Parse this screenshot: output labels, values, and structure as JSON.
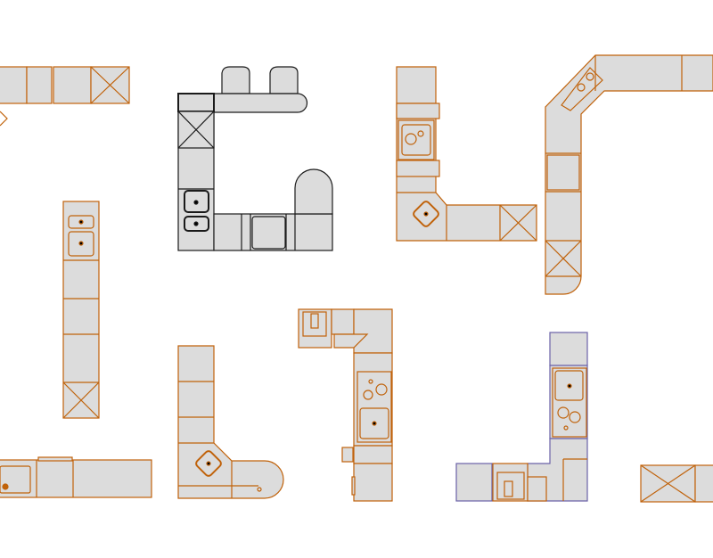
{
  "canvas": {
    "background": "#ffffff"
  },
  "colors": {
    "cabinet_fill": "#dcdcdc",
    "orange_outline": "#c0620a",
    "black_outline": "#1a1a1a",
    "purple_outline": "#6a62a8"
  },
  "layouts": [
    {
      "name": "straight-run-top-left",
      "color": "orange",
      "items": [
        "cabinet",
        "cabinet",
        "cabinet",
        "appliance-x"
      ]
    },
    {
      "name": "u-shape-with-bar",
      "color": "black",
      "items": [
        "bar-stool",
        "bar-stool",
        "breakfast-bar",
        "appliance-x",
        "double-sink",
        "hob",
        "fridge"
      ]
    },
    {
      "name": "l-shape-top-middle",
      "color": "orange",
      "items": [
        "cabinet",
        "sink-hob",
        "corner-sink",
        "appliance-x"
      ]
    },
    {
      "name": "l-shape-top-right",
      "color": "orange",
      "items": [
        "corner-sink",
        "hob",
        "appliance-x"
      ]
    },
    {
      "name": "straight-run-vertical",
      "color": "orange",
      "items": [
        "double-sink",
        "hob",
        "appliance-x"
      ]
    },
    {
      "name": "straight-run-bottom-left",
      "color": "orange",
      "items": [
        "sink",
        "cabinet",
        "cabinet"
      ]
    },
    {
      "name": "l-shape-bottom",
      "color": "orange",
      "items": [
        "hob",
        "corner-sink",
        "rounded-end"
      ]
    },
    {
      "name": "l-shape-with-sink-hob",
      "color": "orange",
      "items": [
        "oven",
        "sink-hob",
        "cabinet"
      ]
    },
    {
      "name": "l-shape-purple",
      "color": "purple",
      "items": [
        "sink-hob",
        "oven",
        "cabinet"
      ]
    },
    {
      "name": "straight-run-bottom-right",
      "color": "orange",
      "items": [
        "appliance-x",
        "cabinet"
      ]
    }
  ]
}
